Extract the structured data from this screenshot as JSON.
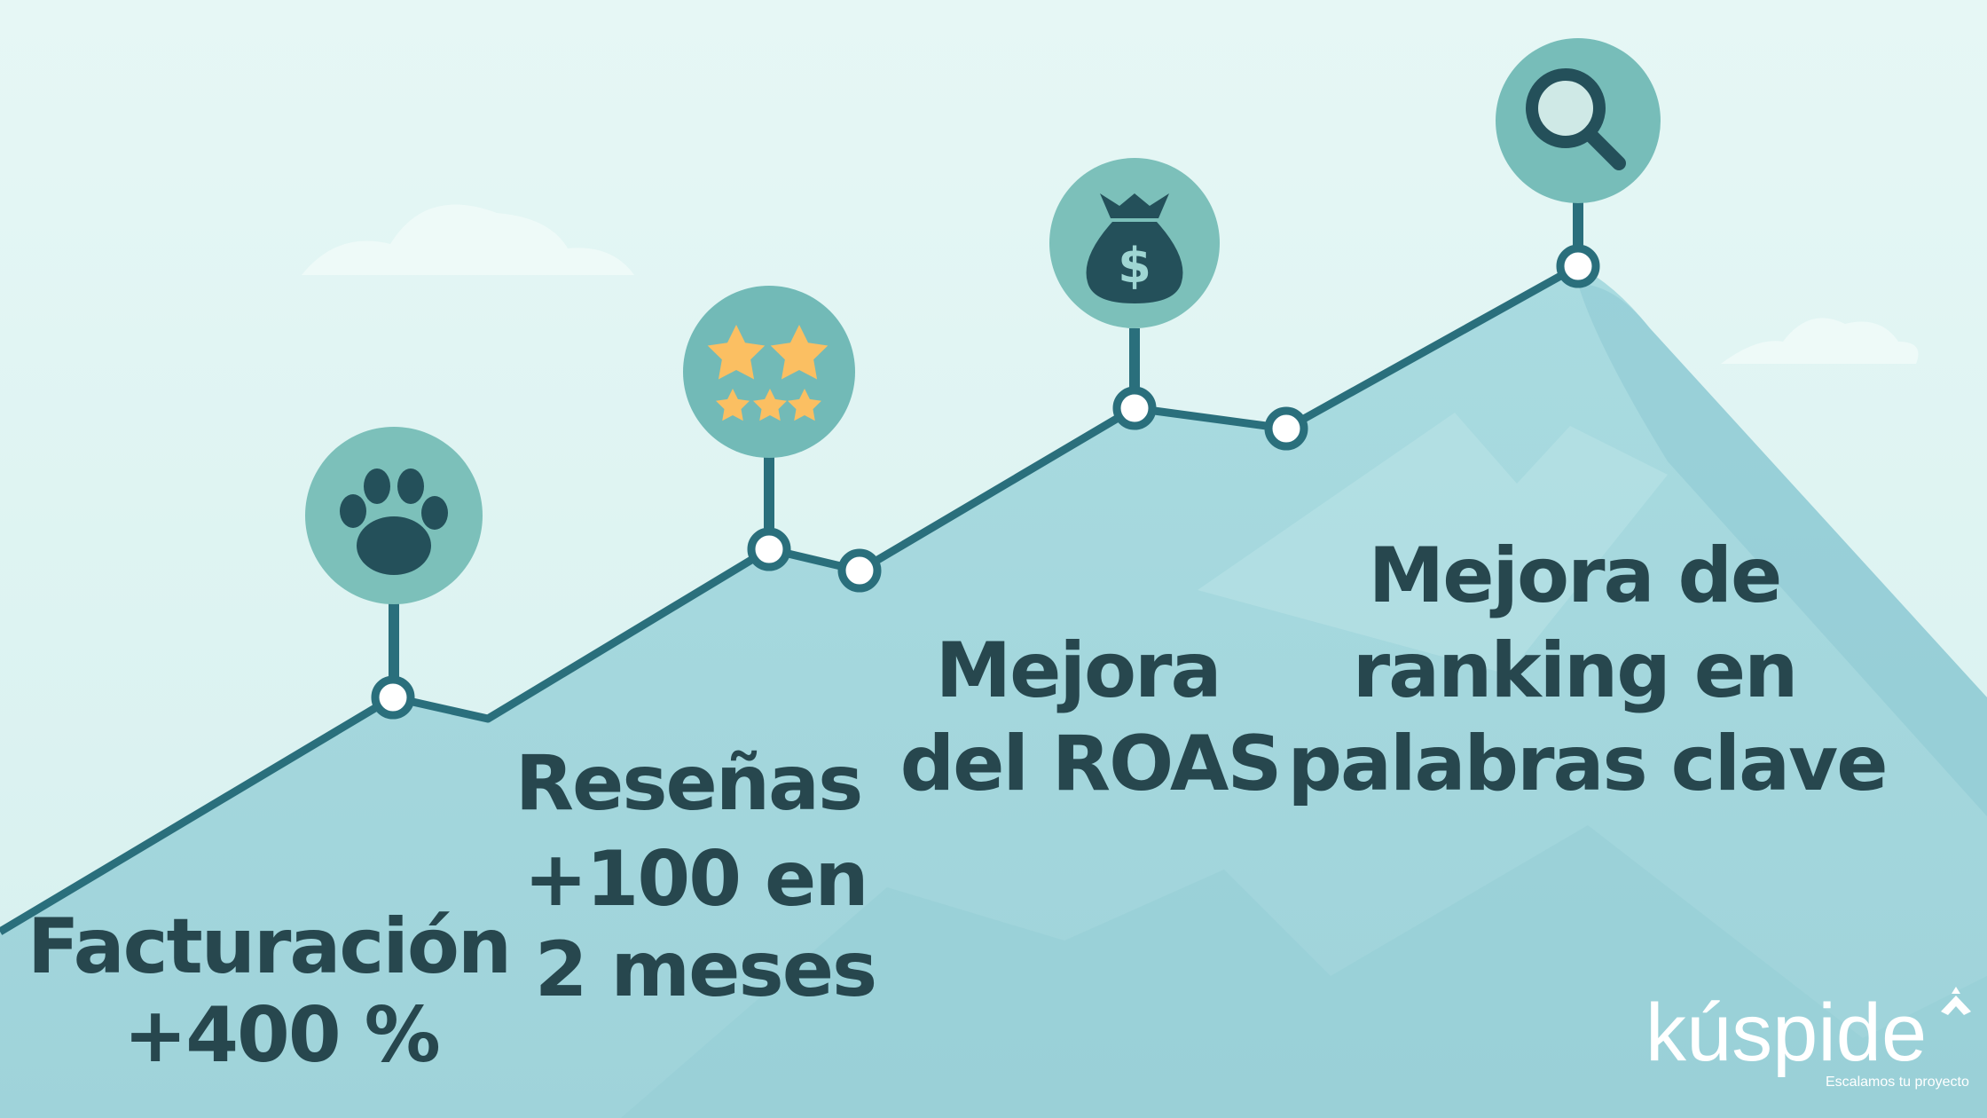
{
  "milestones": [
    {
      "icon": "paw-icon",
      "lines": [
        "Facturación",
        "+400 %"
      ]
    },
    {
      "icon": "stars-icon",
      "lines": [
        "Reseñas",
        "+100 en",
        "2 meses"
      ]
    },
    {
      "icon": "money-bag-icon",
      "lines": [
        "Mejora",
        "del ROAS"
      ]
    },
    {
      "icon": "search-icon",
      "lines": [
        "Mejora de",
        "ranking en",
        "palabras clave"
      ]
    }
  ],
  "logo": {
    "name": "kúspide",
    "tagline": "Escalamos tu proyecto"
  },
  "colors": {
    "background": "#e3f5f3",
    "mountain": "#a6d9df",
    "line": "#2a6f7c",
    "badge": "#78bdb8",
    "icon_dark": "#24505a",
    "star": "#fbbf62",
    "text": "#27474e"
  }
}
